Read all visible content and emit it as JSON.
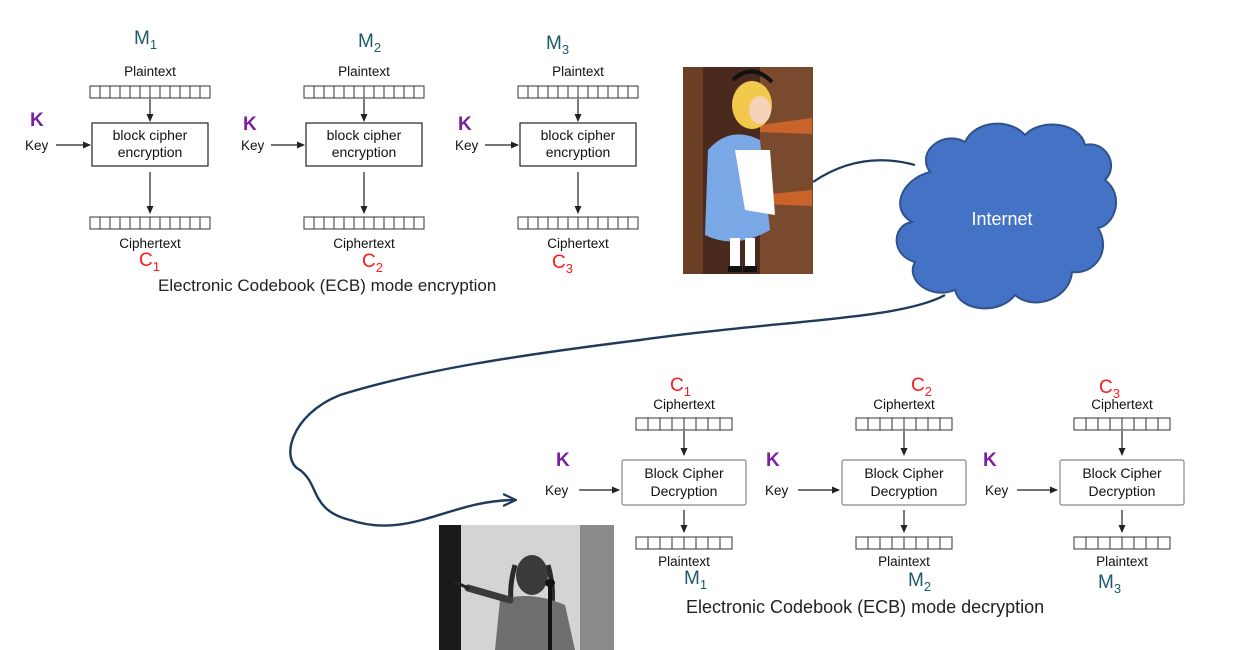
{
  "encryption": {
    "caption": "Electronic Codebook (ECB) mode encryption",
    "blocks": [
      {
        "message": "M",
        "message_sub": "1",
        "plaintext_label": "Plaintext",
        "key_symbol": "K",
        "key_label": "Key",
        "box_line1": "block cipher",
        "box_line2": "encryption",
        "ciphertext_label": "Ciphertext",
        "cipher": "C",
        "cipher_sub": "1"
      },
      {
        "message": "M",
        "message_sub": "2",
        "plaintext_label": "Plaintext",
        "key_symbol": "K",
        "key_label": "Key",
        "box_line1": "block cipher",
        "box_line2": "encryption",
        "ciphertext_label": "Ciphertext",
        "cipher": "C",
        "cipher_sub": "2"
      },
      {
        "message": "M",
        "message_sub": "3",
        "plaintext_label": "Plaintext",
        "key_symbol": "K",
        "key_label": "Key",
        "box_line1": "block cipher",
        "box_line2": "encryption",
        "ciphertext_label": "Ciphertext",
        "cipher": "C",
        "cipher_sub": "3"
      }
    ]
  },
  "decryption": {
    "caption": "Electronic Codebook (ECB) mode decryption",
    "blocks": [
      {
        "cipher": "C",
        "cipher_sub": "1",
        "ciphertext_label": "Ciphertext",
        "key_symbol": "K",
        "key_label": "Key",
        "box_line1": "Block Cipher",
        "box_line2": "Decryption",
        "plaintext_label": "Plaintext",
        "message": "M",
        "message_sub": "1"
      },
      {
        "cipher": "C",
        "cipher_sub": "2",
        "ciphertext_label": "Ciphertext",
        "key_symbol": "K",
        "key_label": "Key",
        "box_line1": "Block Cipher",
        "box_line2": "Decryption",
        "plaintext_label": "Plaintext",
        "message": "M",
        "message_sub": "2"
      },
      {
        "cipher": "C",
        "cipher_sub": "3",
        "ciphertext_label": "Ciphertext",
        "key_symbol": "K",
        "key_label": "Key",
        "box_line1": "Block Cipher",
        "box_line2": "Decryption",
        "plaintext_label": "Plaintext",
        "message": "M",
        "message_sub": "3"
      }
    ]
  },
  "cloud": {
    "label": "Internet",
    "fill": "#4472c4",
    "stroke": "#2f528f"
  },
  "colors": {
    "message": "#1e5a69",
    "key": "#7b1fa2",
    "cipher": "#ff1a1a",
    "path": "#1f3a5a"
  },
  "images": [
    {
      "name": "eavesdropper-cartoon-image",
      "description": "cartoon girl in blue dress peeking through a door"
    },
    {
      "name": "receiver-photo-image",
      "description": "black and white photo of a performer pointing"
    }
  ]
}
